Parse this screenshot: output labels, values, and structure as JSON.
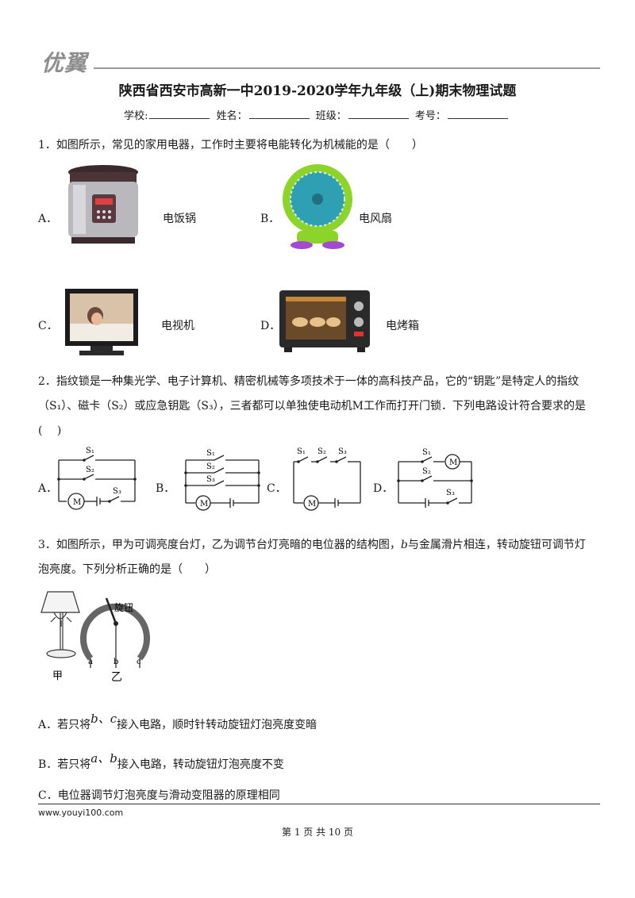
{
  "header": {
    "logo_text": "优翼",
    "title": "陕西省西安市高新一中2019-2020学年九年级（上)期末物理试题",
    "fields": [
      "学校:",
      "姓名：",
      "班级：",
      "考号："
    ]
  },
  "q1": {
    "stem": "1．如图所示，常见的家用电器，工作时主要将电能转化为机械能的是（　　）",
    "options": [
      {
        "letter": "A．",
        "caption": "电饭锅",
        "icon": "rice-cooker-icon"
      },
      {
        "letter": "B．",
        "caption": "电风扇",
        "icon": "electric-fan-icon"
      },
      {
        "letter": "C．",
        "caption": "电视机",
        "icon": "television-icon"
      },
      {
        "letter": "D．",
        "caption": "电烤箱",
        "icon": "electric-oven-icon"
      }
    ]
  },
  "q2": {
    "line1": "2．指纹锁是一种集光学、电子计算机、精密机械等多项技术于一体的高科技产品，它的“钥匙”是特定人的指纹",
    "line2": "（S₁）、磁卡（S₂）或应急钥匙（S₃），三者都可以单独使电动机M工作而打开门锁．下列电路设计符合要求的是",
    "line3": "(　 )",
    "options": [
      "A．",
      "B．",
      "C．",
      "D．"
    ],
    "labels": {
      "s1": "S₁",
      "s2": "S₂",
      "s3": "S₃",
      "motor": "M"
    }
  },
  "q3": {
    "line1_a": "3．如图所示，甲为可调亮度台灯，乙为调节台灯亮暗的电位器的结构图，",
    "line1_b": "b",
    "line1_c": "与金属滑片相连，转动旋钮可调节灯",
    "line2": "泡亮度。下列分析正确的是（　　）",
    "figure": {
      "knob": "旋钮",
      "a": "a",
      "b": "b",
      "c": "c",
      "jia": "甲",
      "yi": "乙"
    },
    "options": [
      {
        "prefix": "A．若只将",
        "vars": "b、c",
        "suffix": "接入电路，顺时针转动旋钮灯泡亮度变暗"
      },
      {
        "prefix": "B．若只将",
        "vars": "a、b",
        "suffix": "接入电路，转动旋钮灯泡亮度不变"
      },
      {
        "text": "C．电位器调节灯泡亮度与滑动变阻器的原理相同"
      }
    ]
  },
  "footer": {
    "url": "www.youyi100.com",
    "page": "第 1 页 共 10 页"
  }
}
